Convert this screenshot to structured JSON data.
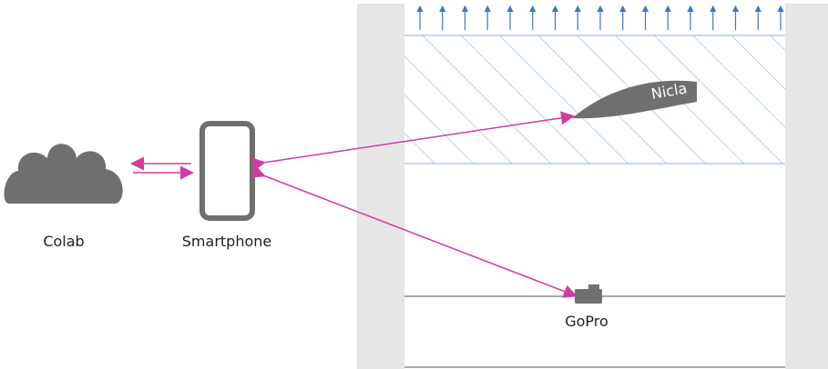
{
  "labels": {
    "colab": "Colab",
    "smartphone": "Smartphone",
    "nicla": "Nicla",
    "gopro": "GoPro"
  },
  "icons": {
    "cloud": "cloud-icon",
    "smartphone": "smartphone-icon",
    "boat": "boat-icon",
    "camera": "camera-icon"
  },
  "colors": {
    "device_gray": "#6f6f6f",
    "wall_gray": "#e6e6e6",
    "hatch_blue": "#8fb2e0",
    "arrow_blue": "#3f74c9",
    "link_magenta": "#d23ba2",
    "dark_arrow": "#4a6bb8"
  }
}
